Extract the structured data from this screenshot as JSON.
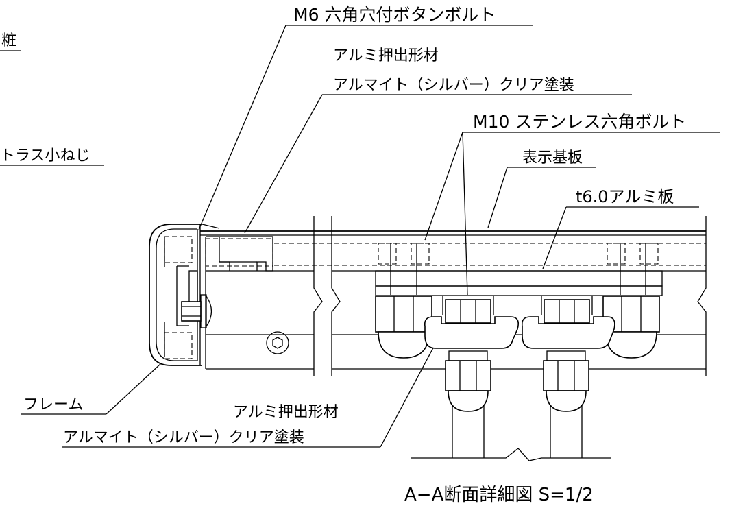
{
  "labels": {
    "m6_bolt": "M6 六角穴付ボタンボルト",
    "truncated_top": "粧",
    "alu_top_1": "アルミ押出形材",
    "alu_top_2": "アルマイト（シルバー）クリア塗装",
    "truncated_left": "トラス小ねじ",
    "m10_bolt": "M10 ステンレス六角ボルト",
    "display_board": "表示基板",
    "alu_plate": "t6.0アルミ板",
    "frame": "フレーム",
    "alu_bottom_1": "アルミ押出形材",
    "alu_bottom_2": "アルマイト（シルバー）クリア塗装",
    "section_title": "A−A断面詳細図 S=1/2"
  }
}
